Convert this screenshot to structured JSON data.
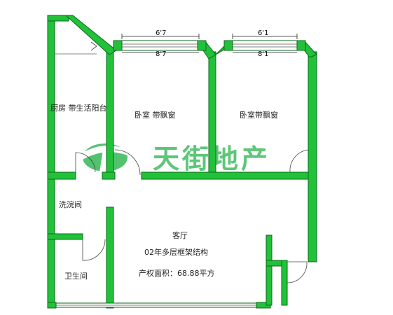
{
  "rooms": {
    "kitchen": "厨房 带生活阳台",
    "bedroom_left": "卧室 带飘窗",
    "bedroom_right": "卧室带飘窗",
    "washroom": "洗浣间",
    "bathroom": "卫生间",
    "living": "客厅"
  },
  "info": {
    "structure": "02年多层框架结构",
    "area": "产权面积：68.88平方"
  },
  "dimensions": {
    "left_upper": "6'7",
    "left_lower": "8'7",
    "right_upper": "6'1",
    "right_lower": "8'1"
  },
  "watermark": {
    "text": "天街地产",
    "logo_icon": "leaf-logo-icon"
  },
  "colors": {
    "wall": "#22c13a",
    "wall_edge": "#0a6a18",
    "logo": "#27b34b"
  }
}
